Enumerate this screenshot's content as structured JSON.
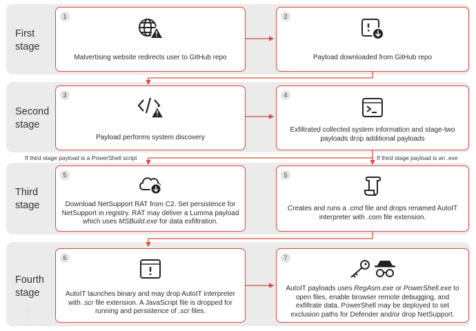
{
  "stages": [
    {
      "label": "First\nstage"
    },
    {
      "label": "Second\nstage"
    },
    {
      "label": "Third\nstage"
    },
    {
      "label": "Fourth\nstage"
    }
  ],
  "cards": [
    {
      "number": "1",
      "icon": "globe-warning-icon",
      "text": "Malvertising website redirects user to GitHub repo"
    },
    {
      "number": "2",
      "icon": "download-icon",
      "text": "Payload downloaded from GitHub repo"
    },
    {
      "number": "3",
      "icon": "code-warning-icon",
      "text": "Payload performs system discovery"
    },
    {
      "number": "4",
      "icon": "terminal-icon",
      "text": "Exfiltrated collected system information and stage-two payloads drop additional payloads"
    },
    {
      "number": "5",
      "icon": "cloud-download-icon",
      "text_parts": [
        "Download NetSupport RAT from C2. Set persistence for NetSupport in registry. RAT may deliver a Lumma payload which uses ",
        "MSBuild.exe",
        " for data exfiltration."
      ]
    },
    {
      "number": "5",
      "icon": "script-icon",
      "text_parts": [
        "Creates and runs a ",
        ".cmd",
        " file and drops renamed AutoIT interpreter with .com file extension."
      ]
    },
    {
      "number": "6",
      "icon": "alert-window-icon",
      "text_parts": [
        "AutoIT launches binary and may drop AutoIT interpreter with ",
        ".scr",
        " file extension. A JavaScript file is dropped for running and persistence of ",
        ".scr",
        " files."
      ]
    },
    {
      "number": "7",
      "icon": "key-spy-icon",
      "text_parts": [
        "AutoIT payloads uses ",
        "RegAsm.exe",
        " or ",
        "PowerShell.exe",
        " to open files, enable browser remote debugging, and exfiltrate data. PowerShell may be deployed to set exclusion paths for Defender and/or drop NetSupport."
      ]
    }
  ],
  "branches": {
    "left": "If third stage payload is a PowerShell script",
    "right": "If third stage payload is an .exe"
  },
  "watermark": "FREEBUF",
  "colors": {
    "accent": "#d9493a",
    "band": "#ebebeb"
  }
}
